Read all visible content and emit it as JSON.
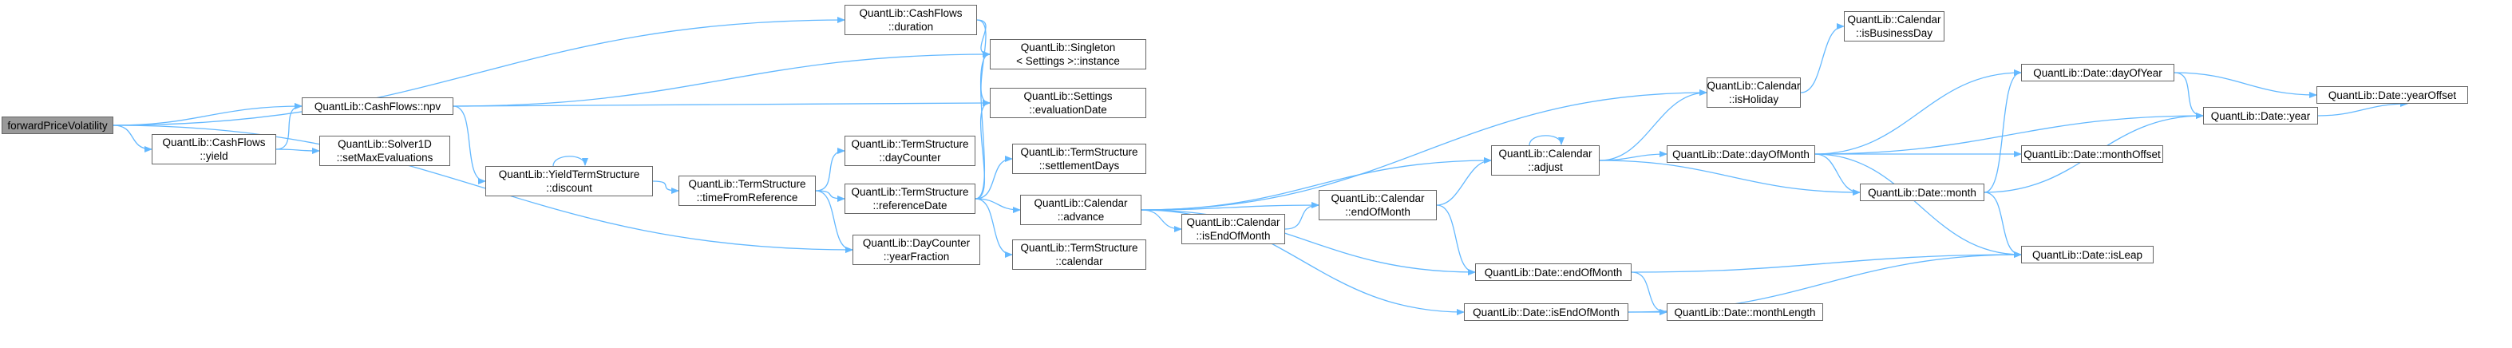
{
  "colors": {
    "edge": "#63b8ff",
    "node_border": "#666666",
    "root_fill": "#999999",
    "node_fill": "#ffffff"
  },
  "nodes": [
    {
      "id": "n0",
      "lines": [
        "forwardPriceVolatility"
      ],
      "root": true
    },
    {
      "id": "n1",
      "lines": [
        "QuantLib::CashFlows",
        "::duration"
      ]
    },
    {
      "id": "n2",
      "lines": [
        "QuantLib::CashFlows::npv"
      ]
    },
    {
      "id": "n3",
      "lines": [
        "QuantLib::CashFlows",
        "::yield"
      ]
    },
    {
      "id": "n4",
      "lines": [
        "QuantLib::DayCounter",
        "::yearFraction"
      ]
    },
    {
      "id": "n5",
      "lines": [
        "QuantLib::Singleton",
        "< Settings >::instance"
      ]
    },
    {
      "id": "n6",
      "lines": [
        "QuantLib::Settings",
        "::evaluationDate"
      ]
    },
    {
      "id": "n7",
      "lines": [
        "QuantLib::Solver1D",
        "::setMaxEvaluations"
      ]
    },
    {
      "id": "n8",
      "lines": [
        "QuantLib::YieldTermStructure",
        "::discount"
      ]
    },
    {
      "id": "n9",
      "lines": [
        "QuantLib::TermStructure",
        "::timeFromReference"
      ]
    },
    {
      "id": "n10",
      "lines": [
        "QuantLib::TermStructure",
        "::dayCounter"
      ]
    },
    {
      "id": "n11",
      "lines": [
        "QuantLib::TermStructure",
        "::referenceDate"
      ]
    },
    {
      "id": "n12",
      "lines": [
        "QuantLib::TermStructure",
        "::settlementDays"
      ]
    },
    {
      "id": "n13",
      "lines": [
        "QuantLib::Calendar",
        "::advance"
      ]
    },
    {
      "id": "n14",
      "lines": [
        "QuantLib::TermStructure",
        "::calendar"
      ]
    },
    {
      "id": "n15",
      "lines": [
        "QuantLib::Calendar",
        "::isEndOfMonth"
      ]
    },
    {
      "id": "n16",
      "lines": [
        "QuantLib::Calendar",
        "::endOfMonth"
      ]
    },
    {
      "id": "n17",
      "lines": [
        "QuantLib::Calendar",
        "::adjust"
      ]
    },
    {
      "id": "n18",
      "lines": [
        "QuantLib::Calendar",
        "::isHoliday"
      ]
    },
    {
      "id": "n19",
      "lines": [
        "QuantLib::Calendar",
        "::isBusinessDay"
      ]
    },
    {
      "id": "n20",
      "lines": [
        "QuantLib::Date::endOfMonth"
      ]
    },
    {
      "id": "n21",
      "lines": [
        "QuantLib::Date::isEndOfMonth"
      ]
    },
    {
      "id": "n22",
      "lines": [
        "QuantLib::Date::dayOfMonth"
      ]
    },
    {
      "id": "n23",
      "lines": [
        "QuantLib::Date::month"
      ]
    },
    {
      "id": "n24",
      "lines": [
        "QuantLib::Date::monthLength"
      ]
    },
    {
      "id": "n25",
      "lines": [
        "QuantLib::Date::dayOfYear"
      ]
    },
    {
      "id": "n26",
      "lines": [
        "QuantLib::Date::year"
      ]
    },
    {
      "id": "n27",
      "lines": [
        "QuantLib::Date::monthOffset"
      ]
    },
    {
      "id": "n28",
      "lines": [
        "QuantLib::Date::isLeap"
      ]
    },
    {
      "id": "n29",
      "lines": [
        "QuantLib::Date::yearOffset"
      ]
    }
  ],
  "edges": [
    [
      "n0",
      "n1"
    ],
    [
      "n0",
      "n2"
    ],
    [
      "n0",
      "n3"
    ],
    [
      "n0",
      "n4"
    ],
    [
      "n1",
      "n5"
    ],
    [
      "n1",
      "n6"
    ],
    [
      "n2",
      "n5"
    ],
    [
      "n2",
      "n6"
    ],
    [
      "n2",
      "n8"
    ],
    [
      "n3",
      "n2"
    ],
    [
      "n3",
      "n7"
    ],
    [
      "n8",
      "n8"
    ],
    [
      "n8",
      "n9"
    ],
    [
      "n9",
      "n10"
    ],
    [
      "n9",
      "n11"
    ],
    [
      "n9",
      "n4"
    ],
    [
      "n11",
      "n5"
    ],
    [
      "n11",
      "n6"
    ],
    [
      "n11",
      "n12"
    ],
    [
      "n11",
      "n13"
    ],
    [
      "n11",
      "n14"
    ],
    [
      "n13",
      "n18"
    ],
    [
      "n13",
      "n17"
    ],
    [
      "n13",
      "n15"
    ],
    [
      "n13",
      "n16"
    ],
    [
      "n13",
      "n20"
    ],
    [
      "n13",
      "n21"
    ],
    [
      "n15",
      "n16"
    ],
    [
      "n16",
      "n17"
    ],
    [
      "n16",
      "n20"
    ],
    [
      "n17",
      "n17"
    ],
    [
      "n17",
      "n18"
    ],
    [
      "n17",
      "n22"
    ],
    [
      "n17",
      "n23"
    ],
    [
      "n18",
      "n19"
    ],
    [
      "n20",
      "n24"
    ],
    [
      "n20",
      "n28"
    ],
    [
      "n21",
      "n24"
    ],
    [
      "n21",
      "n28"
    ],
    [
      "n22",
      "n25"
    ],
    [
      "n22",
      "n26"
    ],
    [
      "n22",
      "n27"
    ],
    [
      "n22",
      "n23"
    ],
    [
      "n22",
      "n28"
    ],
    [
      "n23",
      "n25"
    ],
    [
      "n23",
      "n26"
    ],
    [
      "n23",
      "n28"
    ],
    [
      "n25",
      "n26"
    ],
    [
      "n25",
      "n29"
    ],
    [
      "n26",
      "n29"
    ]
  ]
}
